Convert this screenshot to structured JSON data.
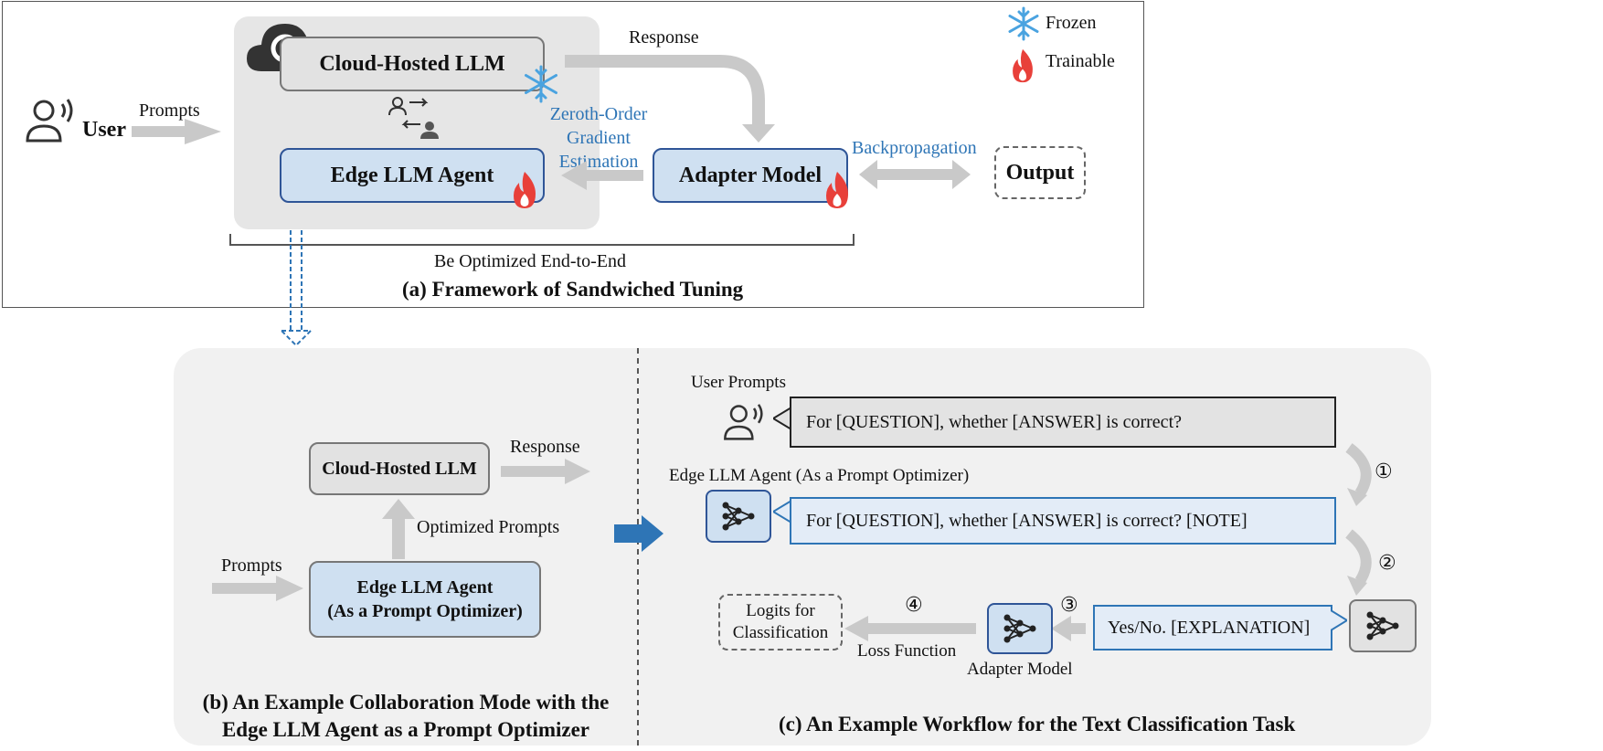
{
  "legend": {
    "frozen": "Frozen",
    "trainable": "Trainable"
  },
  "panel_a": {
    "user": "User",
    "prompts": "Prompts",
    "cloud_llm": "Cloud-Hosted LLM",
    "edge_agent": "Edge LLM Agent",
    "adapter": "Adapter Model",
    "output": "Output",
    "response": "Response",
    "zeroth_line1": "Zeroth-Order",
    "zeroth_line2": "Gradient",
    "zeroth_line3": "Estimation",
    "backprop": "Backpropagation",
    "end_to_end": "Be Optimized End-to-End",
    "caption": "(a) Framework of Sandwiched Tuning"
  },
  "panel_b": {
    "cloud_llm": "Cloud-Hosted LLM",
    "response": "Response",
    "optimized_prompts": "Optimized Prompts",
    "prompts": "Prompts",
    "edge_line1": "Edge LLM Agent",
    "edge_line2": "(As a Prompt Optimizer)",
    "caption_line1": "(b) An Example Collaboration Mode with the",
    "caption_line2": "Edge LLM Agent as a Prompt Optimizer"
  },
  "panel_c": {
    "user_prompts": "User Prompts",
    "prompt1": "For [QUESTION], whether [ANSWER] is correct?",
    "edge_label": "Edge LLM Agent (As a Prompt Optimizer)",
    "prompt2": "For [QUESTION], whether [ANSWER] is correct? [NOTE]",
    "step1": "①",
    "step2": "②",
    "step3": "③",
    "step4": "④",
    "yesno": "Yes/No. [EXPLANATION]",
    "logits_line1": "Logits for",
    "logits_line2": "Classification",
    "loss": "Loss Function",
    "adapter": "Adapter Model",
    "caption": "(c) An Example Workflow for the Text Classification Task"
  },
  "colors": {
    "blue_text": "#2e75b6",
    "box_blue": "#cfe0f1",
    "border_blue": "#2f5597",
    "fire": "#e8403a",
    "snow": "#4aa3e0"
  }
}
